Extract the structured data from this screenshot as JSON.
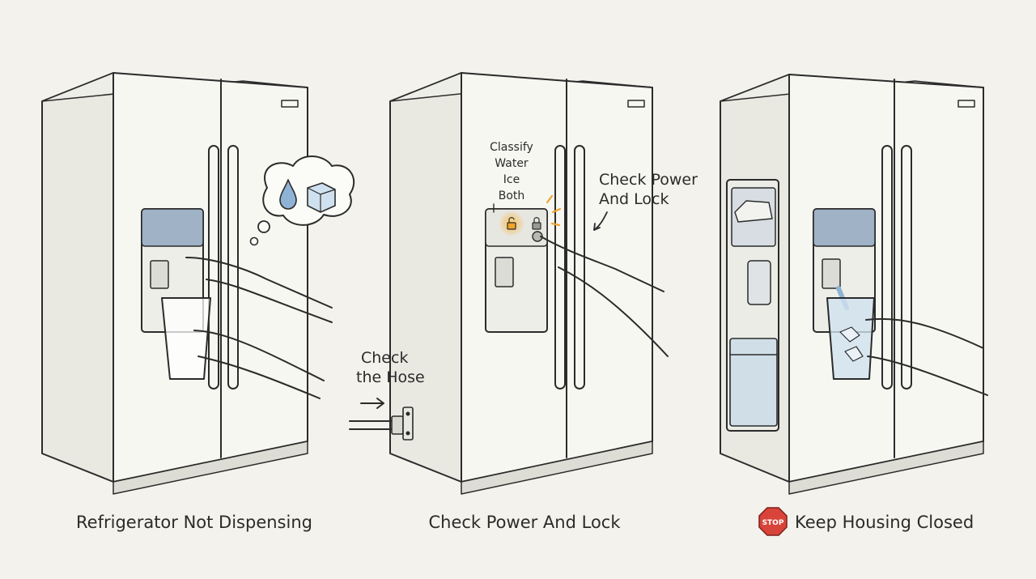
{
  "panels": [
    {
      "caption": "Refrigerator Not Dispensing",
      "thought_items": [
        "water-drop-icon",
        "ice-cube-icon"
      ]
    },
    {
      "caption": "Check Power And Lock",
      "classify": {
        "title": "Classify",
        "options": [
          "Water",
          "Ice",
          "Both"
        ]
      },
      "callout": [
        "Check Power",
        "And Lock"
      ],
      "hose_note": [
        "Check",
        "the Hose"
      ]
    },
    {
      "caption": "Keep Housing Closed",
      "stop_badge": "STOP"
    }
  ],
  "colors": {
    "background": "#f3f2ec",
    "fridge_body": "#f7f7f2",
    "fridge_side": "#e9e9e2",
    "panel_blue": "#9fb2c6",
    "glow": "#f2a42a",
    "stop_red": "#d9443a"
  }
}
